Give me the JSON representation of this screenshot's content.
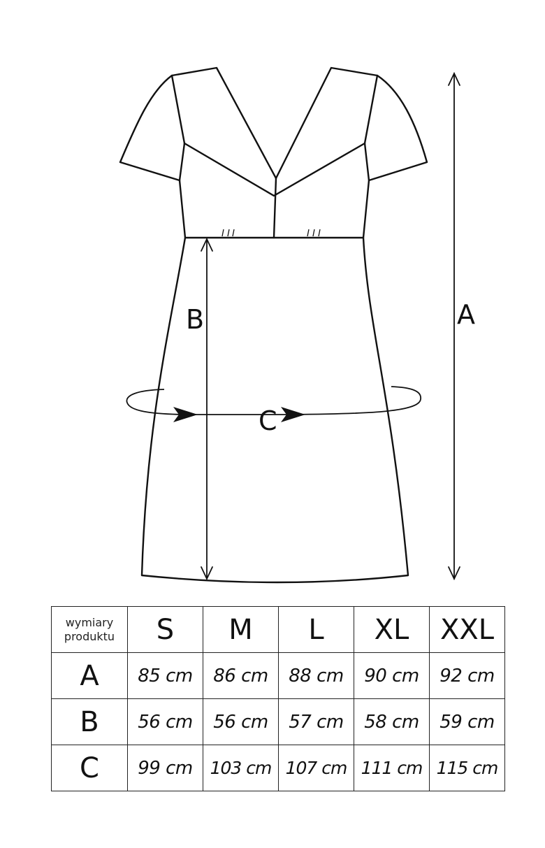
{
  "diagram": {
    "labels": {
      "length": "A",
      "waist_to_hem": "B",
      "circumference": "C"
    },
    "line_color": "#111111"
  },
  "table": {
    "corner_label": "wymiary produktu",
    "corner_line1": "wymiary",
    "corner_line2": "produktu",
    "sizes": [
      "S",
      "M",
      "L",
      "XL",
      "XXL"
    ],
    "rows": [
      {
        "label": "A",
        "values": [
          "85 cm",
          "86 cm",
          "88 cm",
          "90 cm",
          "92 cm"
        ]
      },
      {
        "label": "B",
        "values": [
          "56 cm",
          "56 cm",
          "57 cm",
          "58 cm",
          "59 cm"
        ]
      },
      {
        "label": "C",
        "values": [
          "99 cm",
          "103 cm",
          "107 cm",
          "111 cm",
          "115 cm"
        ]
      }
    ]
  }
}
